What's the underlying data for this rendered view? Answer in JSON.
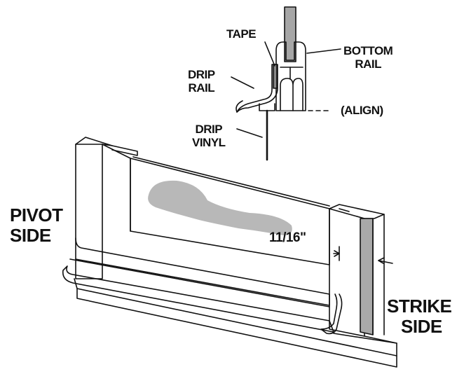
{
  "labels": {
    "tape": "TAPE",
    "bottom_rail_1": "BOTTOM",
    "bottom_rail_2": "RAIL",
    "drip_rail_1": "DRIP",
    "drip_rail_2": "RAIL",
    "align": "(ALIGN)",
    "drip_vinyl_1": "DRIP",
    "drip_vinyl_2": "VINYL",
    "pivot_side_1": "PIVOT",
    "pivot_side_2": "SIDE",
    "strike_side_1": "STRIKE",
    "strike_side_2": "SIDE",
    "dimension": "11/16\""
  },
  "colors": {
    "stroke": "#111111",
    "glass_shadow": "#b8b8b8",
    "strip": "#a9a9a9",
    "background": "#ffffff"
  }
}
